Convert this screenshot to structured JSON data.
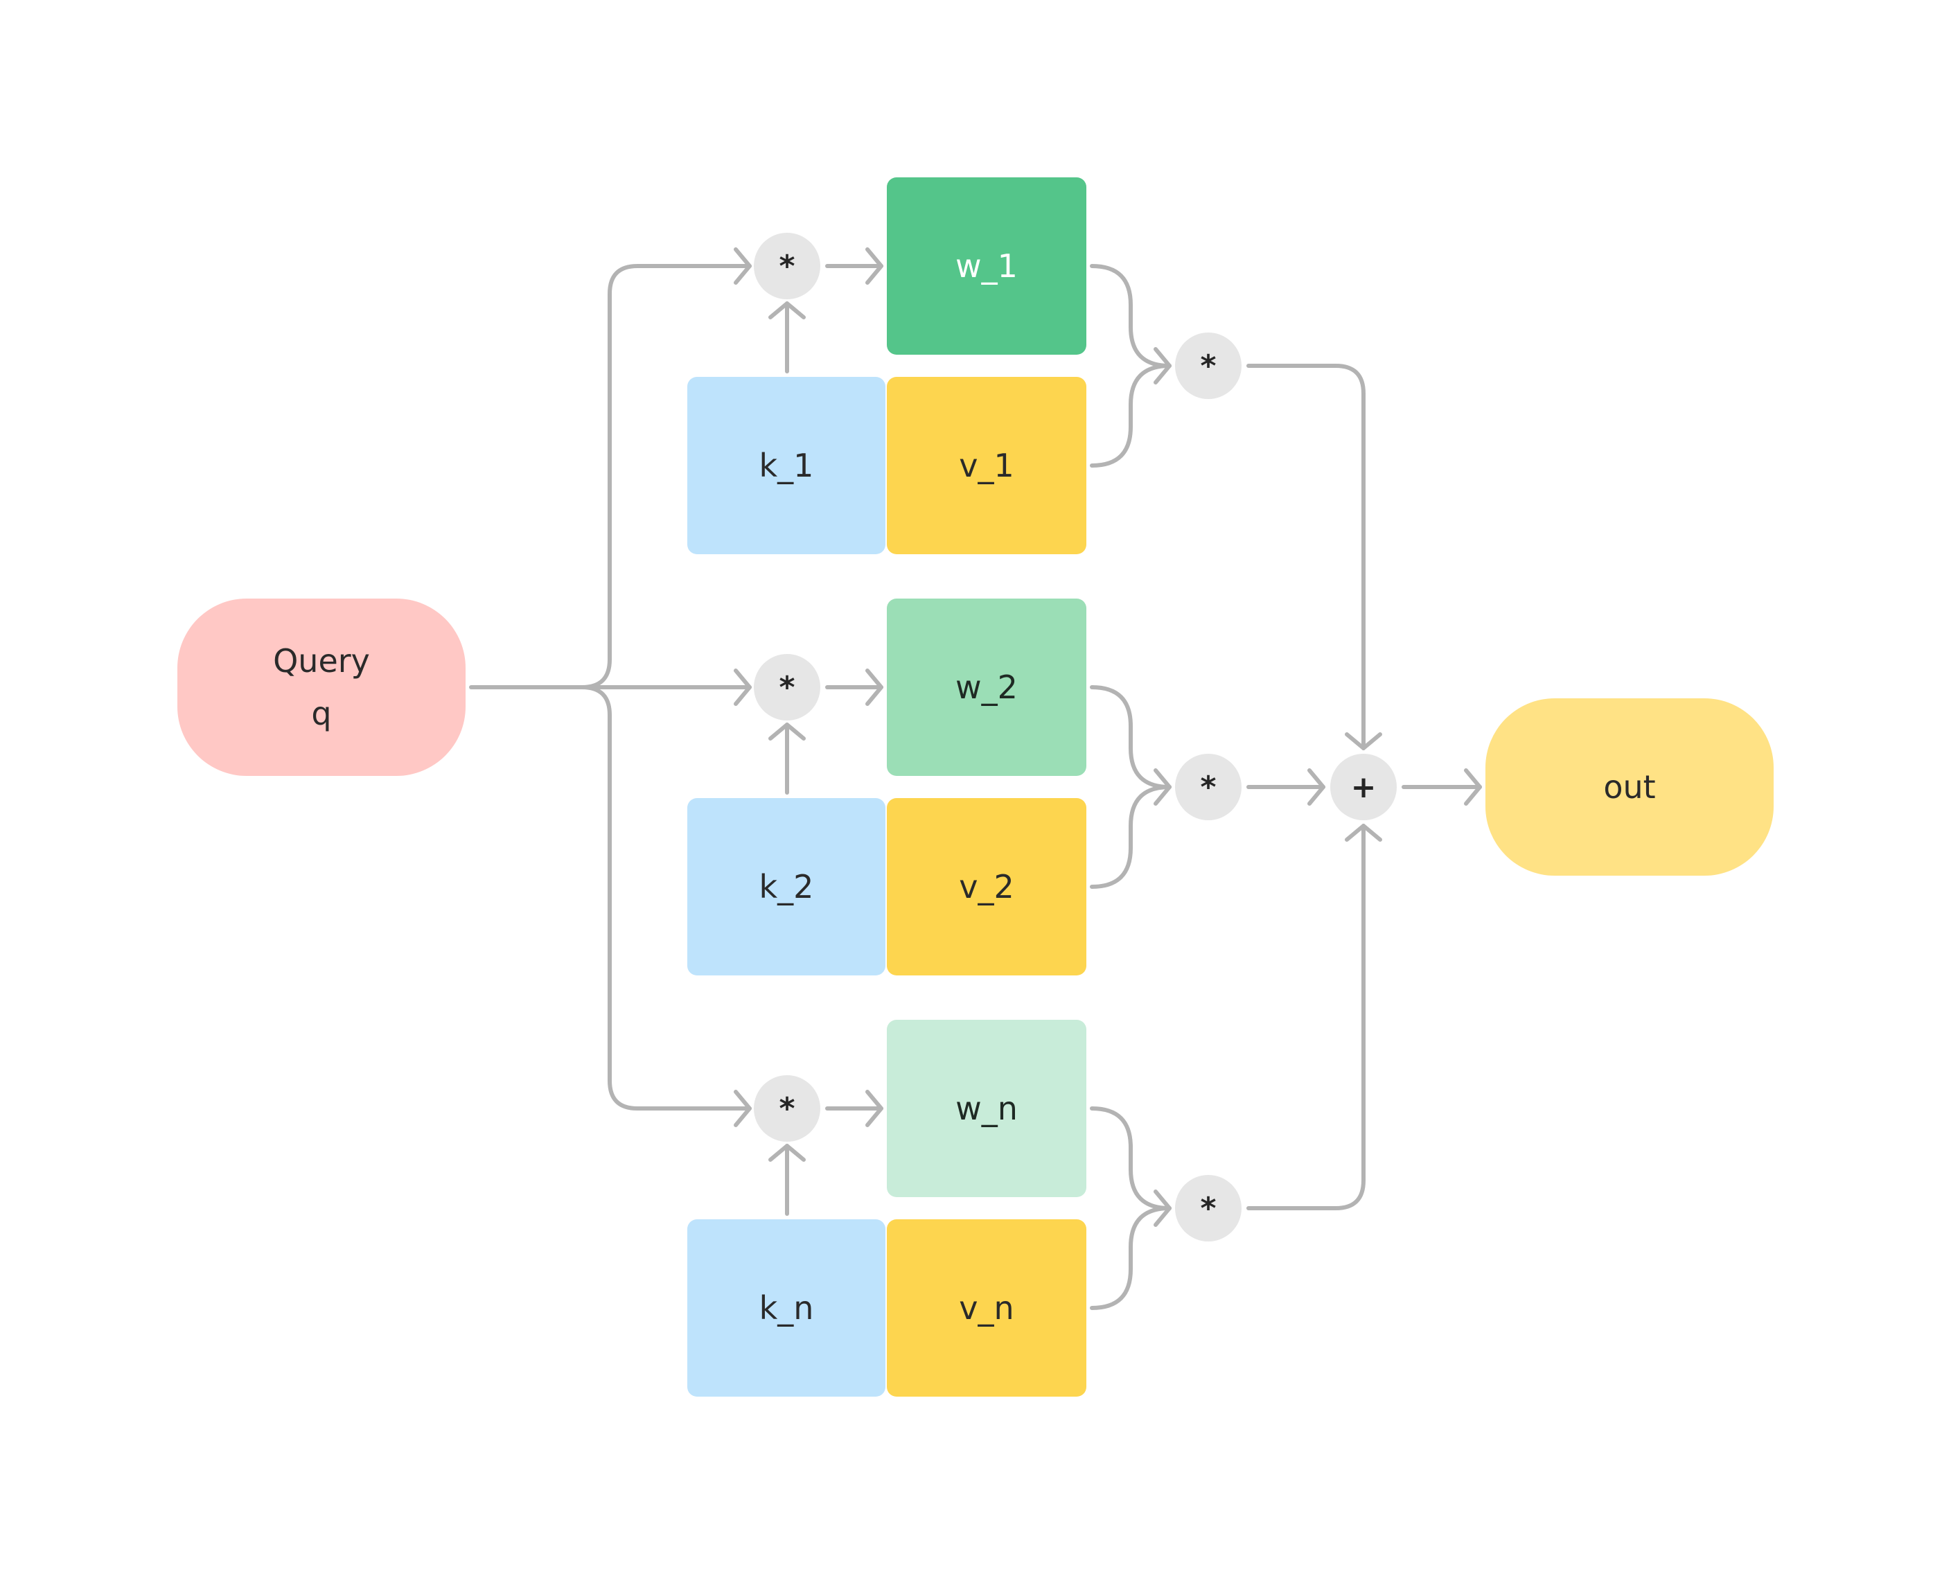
{
  "query": {
    "title": "Query",
    "symbol": "q",
    "color": "#FFC8C5"
  },
  "output": {
    "label": "out",
    "color": "#FFE285"
  },
  "rows": [
    {
      "w": "w_1",
      "k": "k_1",
      "v": "v_1",
      "w_color": "#54C58A",
      "w_text_color": "#ffffff",
      "op_score": "*",
      "op_weight": "*"
    },
    {
      "w": "w_2",
      "k": "k_2",
      "v": "v_2",
      "w_color": "#9BDEB6",
      "w_text_color": "#1f2a24",
      "op_score": "*",
      "op_weight": "*"
    },
    {
      "w": "w_n",
      "k": "k_n",
      "v": "v_n",
      "w_color": "#C8ECD9",
      "w_text_color": "#1f2a24",
      "op_score": "*",
      "op_weight": "*"
    }
  ],
  "sum_op": "+",
  "colors": {
    "key": "#BEE3FC",
    "value": "#FDD54F",
    "operator": "#E6E6E6",
    "edge": "#B3B3B3"
  }
}
